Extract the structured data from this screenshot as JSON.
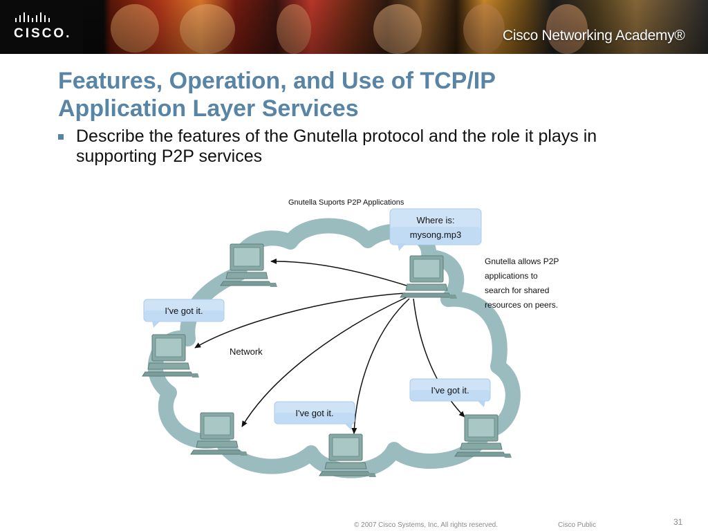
{
  "header": {
    "logo_text": "CISCO.",
    "academy_text": "Cisco Networking Academy®"
  },
  "slide": {
    "title": "Features, Operation, and Use of TCP/IP Application Layer Services",
    "bullet": "Describe the features of the Gnutella protocol and the role it plays in supporting P2P services"
  },
  "diagram": {
    "caption": "Gnutella Suports P2P Applications",
    "query_bubble": [
      "Where is:",
      "mysong.mp3"
    ],
    "reply_label": "I've got it.",
    "network_label": "Network",
    "description": [
      "Gnutella allows P2P",
      "applications to",
      "search for shared",
      "resources on peers."
    ]
  },
  "footer": {
    "copyright": "© 2007 Cisco Systems, Inc. All rights reserved.",
    "classification": "Cisco Public",
    "page_number": "31"
  },
  "colors": {
    "title": "#5884a6",
    "cloud": "#8fb5b8",
    "bubble": "#cfe3f7",
    "computer": "#86a9a6"
  }
}
